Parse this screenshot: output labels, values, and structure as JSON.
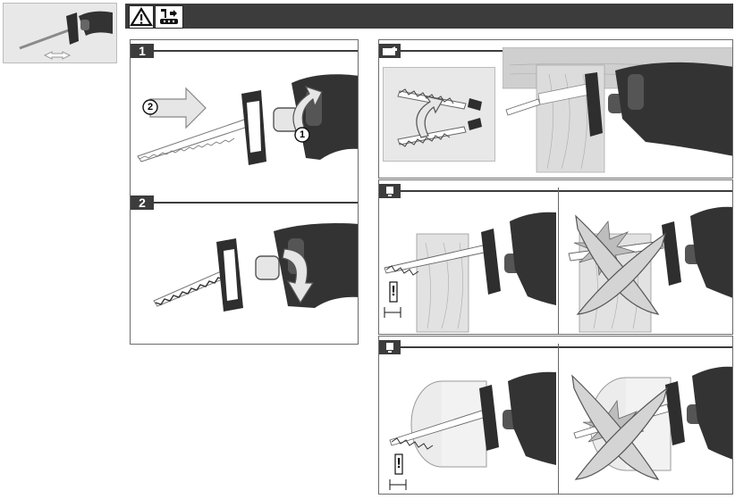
{
  "header": {
    "warning_icon": "warning-triangle-icon",
    "ppe_icon": "hand-protection-icon",
    "bar_color": "#3c3c3c"
  },
  "thumbnail": {
    "icon": "reciprocating-saw-icon",
    "arrow": "double-arrow-icon"
  },
  "panels": {
    "step1": {
      "label": "1",
      "callout_a": "2",
      "callout_b": "1"
    },
    "step2": {
      "label": "2"
    },
    "store": {
      "icon": "hand-pointer-icon"
    },
    "mid": {
      "icon": "exclamation-icon",
      "note": "!"
    },
    "bottom": {
      "icon": "exclamation-icon",
      "note": "!"
    }
  },
  "colors": {
    "tool_dark": "#2e2e2e",
    "tool_mid": "#555555",
    "wood": "#d8d8d8",
    "arrow_fill": "#e6e6e6",
    "outline": "#6b6b6b"
  }
}
